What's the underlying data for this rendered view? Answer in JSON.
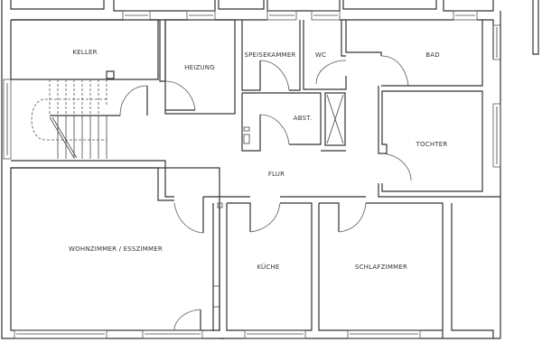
{
  "floorplan": {
    "rooms": {
      "keller": "KELLER",
      "heizung": "HEIZUNG",
      "speisekammer": "SPEISEKAMMER",
      "wc": "WC",
      "bad": "BAD",
      "abst": "ABST.",
      "tochter": "TOCHTER",
      "flur": "FLUR",
      "wohnzimmer": "WOHNZIMMER / ESSZIMMER",
      "kueche": "KÜCHE",
      "schlafzimmer": "SCHLAFZIMMER"
    },
    "colors": {
      "wall": "#333333",
      "background": "#ffffff"
    }
  }
}
